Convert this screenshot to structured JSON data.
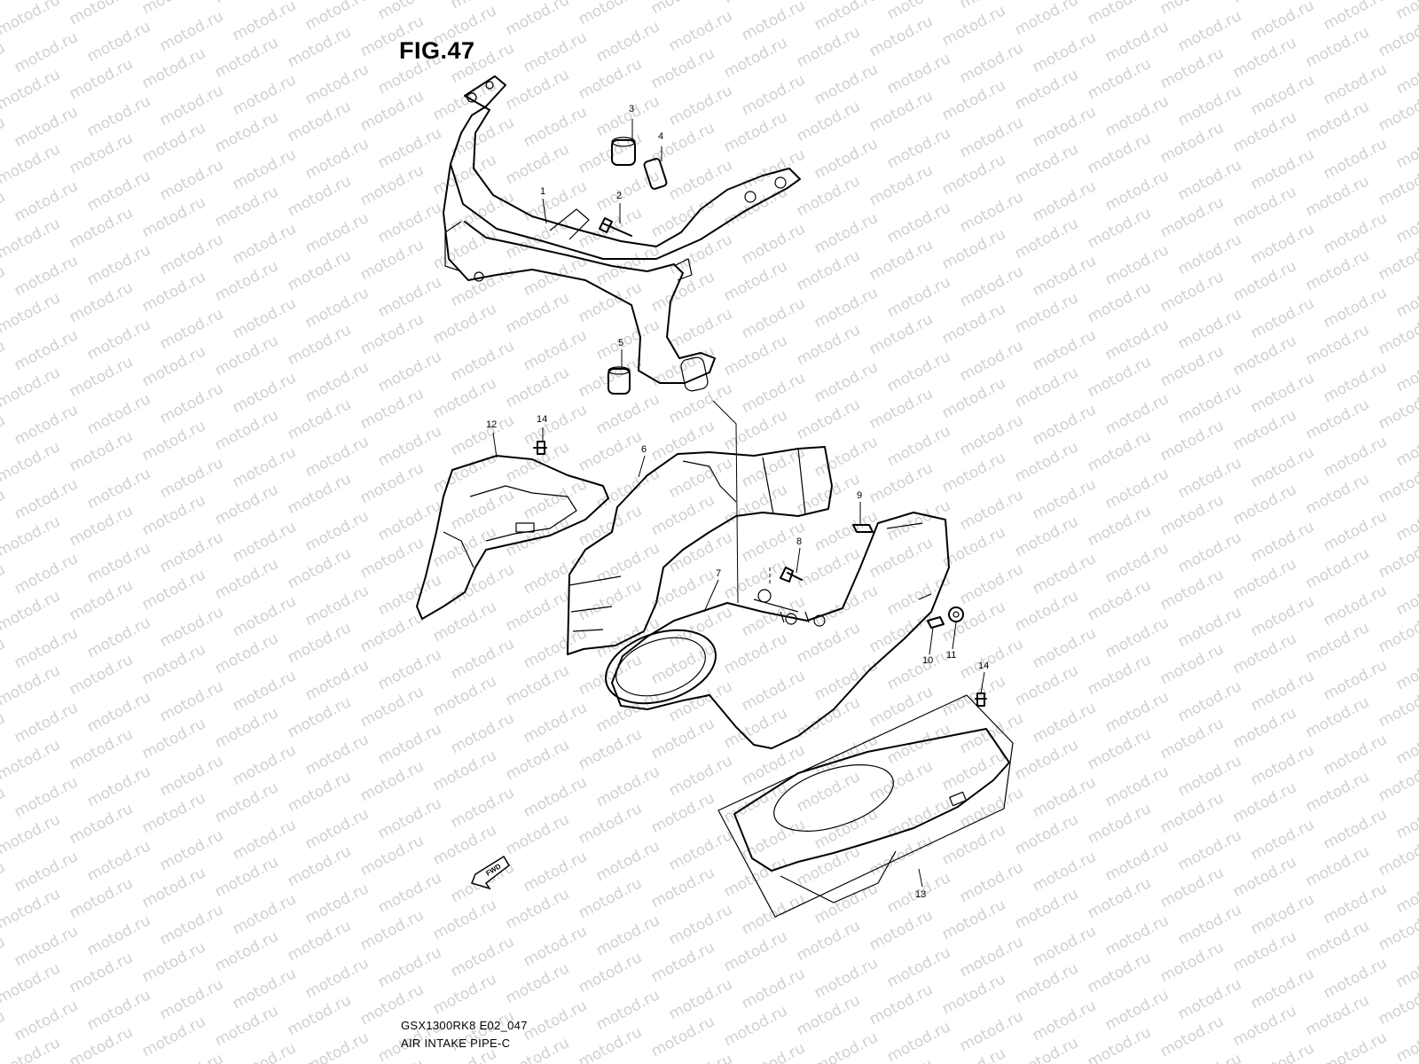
{
  "figure": {
    "title": "FIG.47",
    "model_code": "GSX1300RK8 E02_047",
    "assembly_name": "AIR INTAKE PIPE-C"
  },
  "watermark": {
    "text": "motod.ru",
    "color": "#d0d0d0"
  },
  "forward_arrow": {
    "label": "FWD"
  },
  "callouts": [
    {
      "id": "c1",
      "label": "1"
    },
    {
      "id": "c2",
      "label": "2"
    },
    {
      "id": "c3",
      "label": "3"
    },
    {
      "id": "c4",
      "label": "4"
    },
    {
      "id": "c5",
      "label": "5"
    },
    {
      "id": "c6",
      "label": "6"
    },
    {
      "id": "c7",
      "label": "7"
    },
    {
      "id": "c8",
      "label": "8"
    },
    {
      "id": "c9",
      "label": "9"
    },
    {
      "id": "c10",
      "label": "10"
    },
    {
      "id": "c11",
      "label": "11"
    },
    {
      "id": "c12",
      "label": "12"
    },
    {
      "id": "c13",
      "label": "13"
    },
    {
      "id": "c14a",
      "label": "14"
    },
    {
      "id": "c14b",
      "label": "14"
    }
  ]
}
